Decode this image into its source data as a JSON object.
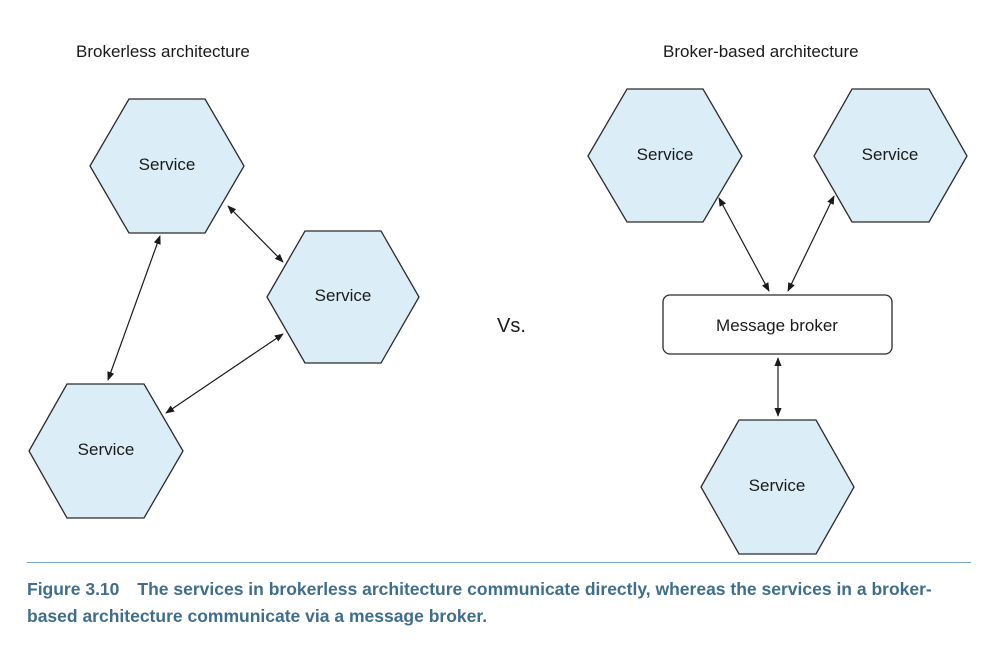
{
  "diagram": {
    "left_title": "Brokerless architecture",
    "right_title": "Broker-based architecture",
    "vs_label": "Vs.",
    "service_label": "Service",
    "broker_label": "Message broker"
  },
  "caption": {
    "number": "Figure 3.10",
    "text": "The services in brokerless architecture communicate directly, whereas the services in a broker-based architecture communicate via a message broker."
  }
}
